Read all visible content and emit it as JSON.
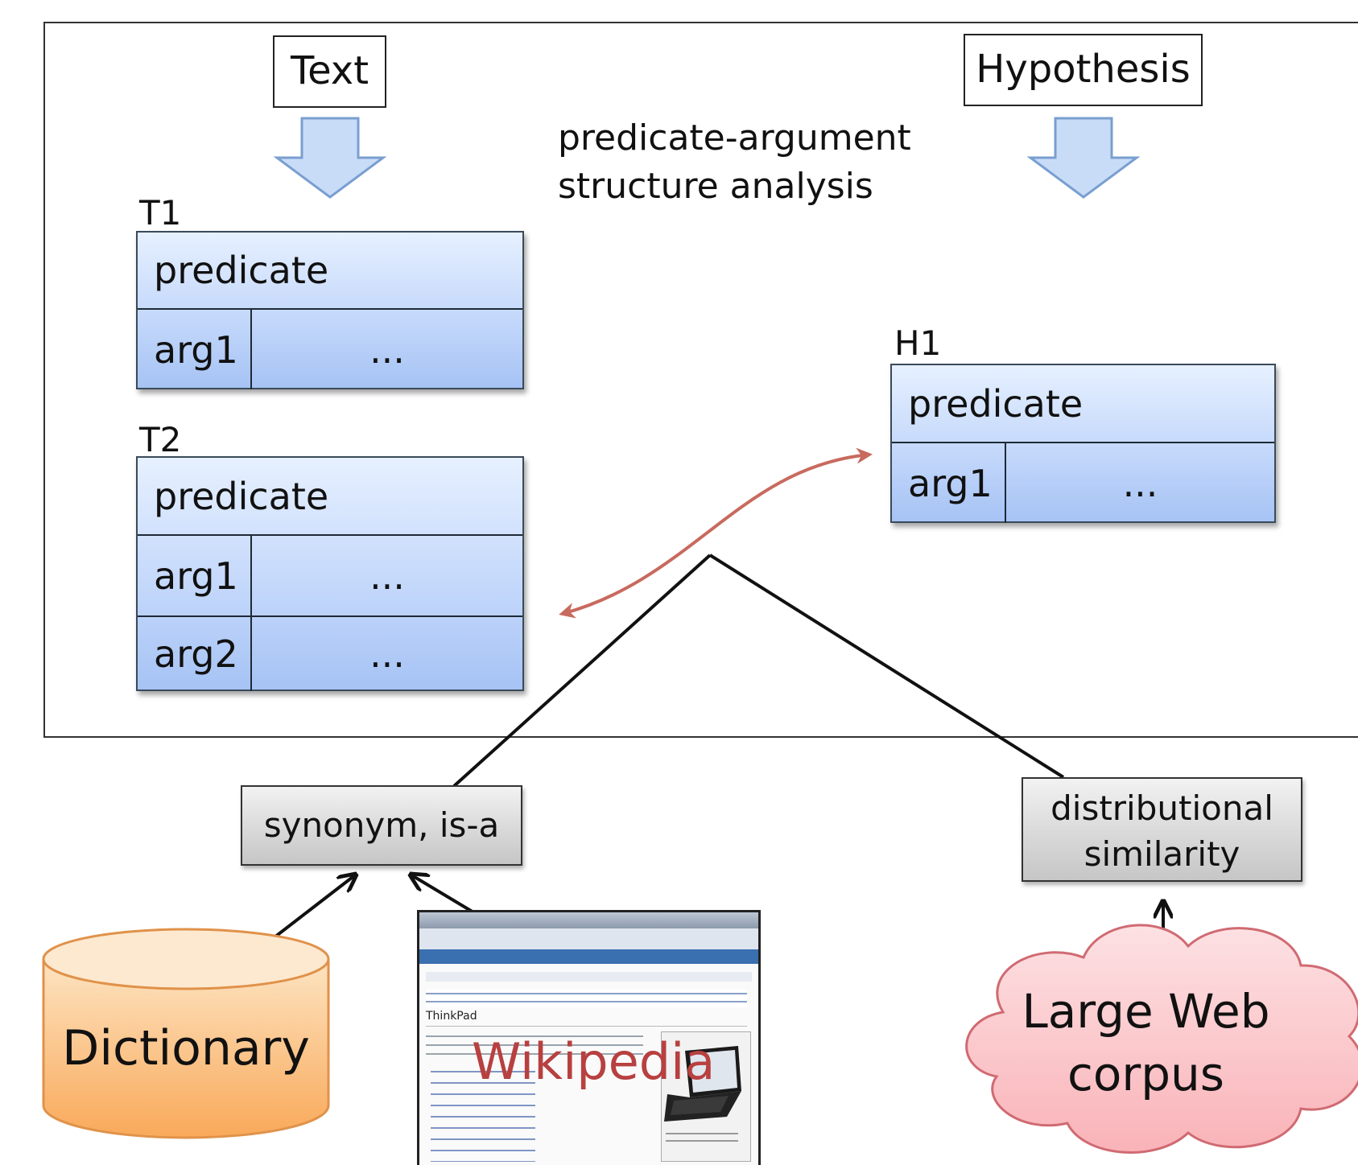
{
  "top_labels": {
    "text": "Text",
    "hypothesis": "Hypothesis"
  },
  "analysis_label": {
    "line1": "predicate-argument",
    "line2": "structure analysis"
  },
  "tables": {
    "t1": {
      "name": "T1",
      "predicate": "predicate",
      "rows": [
        {
          "arg": "arg1",
          "value": "..."
        }
      ]
    },
    "t2": {
      "name": "T2",
      "predicate": "predicate",
      "rows": [
        {
          "arg": "arg1",
          "value": "..."
        },
        {
          "arg": "arg2",
          "value": "..."
        }
      ]
    },
    "h1": {
      "name": "H1",
      "predicate": "predicate",
      "rows": [
        {
          "arg": "arg1",
          "value": "..."
        }
      ]
    }
  },
  "knowledge_boxes": {
    "synonym": "synonym, is-a",
    "distributional_line1": "distributional",
    "distributional_line2": "similarity"
  },
  "sources": {
    "dictionary": "Dictionary",
    "wikipedia": "Wikipedia",
    "wikipedia_page_title": "ThinkPad",
    "web_line1": "Large Web",
    "web_line2": "corpus"
  },
  "colors": {
    "arrow_fill": "#c8dcf8",
    "arrow_stroke": "#7a9fd0",
    "relation_arrow": "#c86a5e",
    "dictionary_fill": "#fbc27e",
    "cloud_fill": "#fcc9cc",
    "wikipedia_text": "#b84040"
  }
}
